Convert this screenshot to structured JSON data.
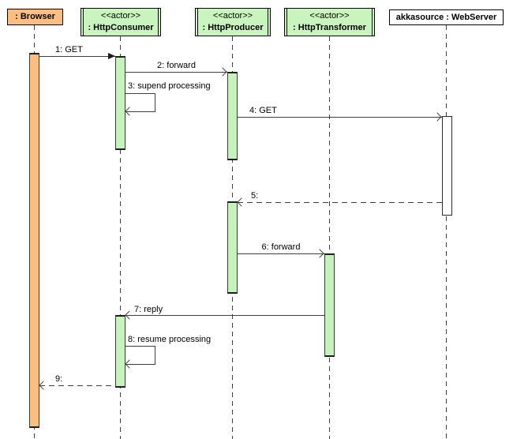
{
  "diagram": {
    "kind": "uml-sequence-diagram",
    "background": "#FFFFFF"
  },
  "colors": {
    "browser_orange": "#FBBE82",
    "actor_green": "#C9F4BD",
    "activation_green": "#C6F2BB",
    "plain_white": "#FFFFFF",
    "line": "#3F3F3F",
    "border": "#000000"
  },
  "actors": [
    {
      "id": "browser",
      "stereotype": "",
      "name": ": Browser",
      "fill": "#FBBE82",
      "active_object": false
    },
    {
      "id": "http-consumer",
      "stereotype": "<<actor>>",
      "name": ": HttpConsumer",
      "fill": "#C9F4BD",
      "active_object": true
    },
    {
      "id": "http-producer",
      "stereotype": "<<actor>>",
      "name": ": HttpProducer",
      "fill": "#C9F4BD",
      "active_object": true
    },
    {
      "id": "http-transformer",
      "stereotype": "<<actor>>",
      "name": ": HttpTransformer",
      "fill": "#C9F4BD",
      "active_object": true
    },
    {
      "id": "web-server",
      "stereotype": "",
      "name": "akkasource : WebServer",
      "fill": "#FFFFFF",
      "active_object": false
    }
  ],
  "messages": [
    {
      "seq": "1",
      "label": "1: GET",
      "from": "browser",
      "to": "http-consumer",
      "line": "solid",
      "arrow": "filled",
      "direction": "right"
    },
    {
      "seq": "2",
      "label": "2: forward",
      "from": "http-consumer",
      "to": "http-producer",
      "line": "solid",
      "arrow": "open",
      "direction": "right"
    },
    {
      "seq": "3",
      "label": "3: supend processing",
      "from": "http-consumer",
      "to": "http-consumer",
      "line": "solid",
      "arrow": "open",
      "direction": "self"
    },
    {
      "seq": "4",
      "label": "4: GET",
      "from": "http-producer",
      "to": "web-server",
      "line": "solid",
      "arrow": "open",
      "direction": "right"
    },
    {
      "seq": "5",
      "label": "5:",
      "from": "web-server",
      "to": "http-producer",
      "line": "dashed",
      "arrow": "open",
      "direction": "left"
    },
    {
      "seq": "6",
      "label": "6: forward",
      "from": "http-producer",
      "to": "http-transformer",
      "line": "solid",
      "arrow": "open",
      "direction": "right"
    },
    {
      "seq": "7",
      "label": "7: reply",
      "from": "http-transformer",
      "to": "http-consumer",
      "line": "solid",
      "arrow": "open",
      "direction": "left"
    },
    {
      "seq": "8",
      "label": "8: resume processing",
      "from": "http-consumer",
      "to": "http-consumer",
      "line": "solid",
      "arrow": "open",
      "direction": "self"
    },
    {
      "seq": "9",
      "label": "9:",
      "from": "http-consumer",
      "to": "browser",
      "line": "dashed",
      "arrow": "open",
      "direction": "left"
    }
  ]
}
